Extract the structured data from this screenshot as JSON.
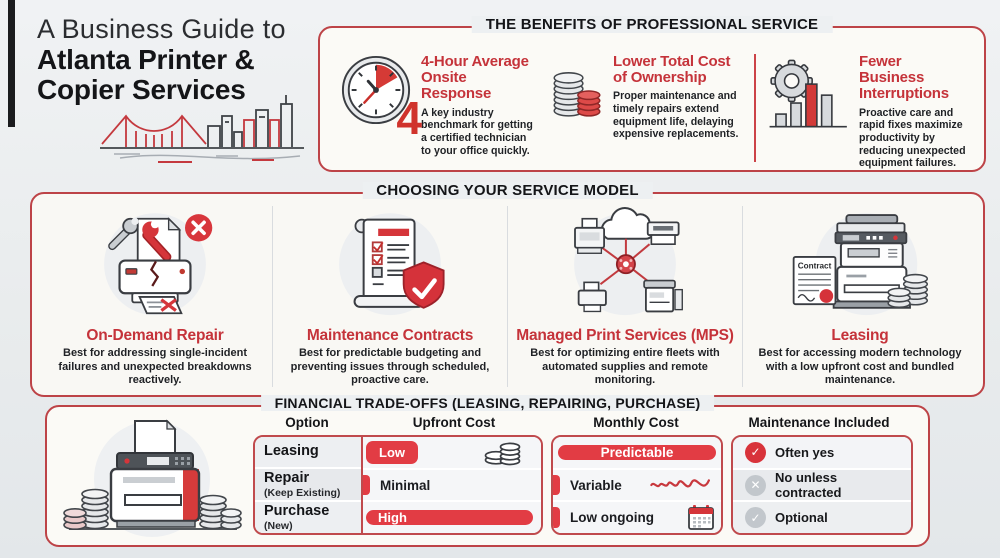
{
  "masthead": {
    "title_line1": "A Business Guide to",
    "title_line2": "Atlanta Printer &",
    "title_line3": "Copier Services"
  },
  "colors": {
    "accent_red": "#c5333a",
    "pill_red": "#e23c44",
    "panel_border": "#bd4347",
    "dark_text": "#141518"
  },
  "benefits": {
    "title": "THE BENEFITS OF PROFESSIONAL SERVICE",
    "items": [
      {
        "icon": "clock-icon",
        "big_number": "4",
        "title": "4-Hour Average Onsite Response",
        "description": "A key industry benchmark for getting a certified technician to your office quickly."
      },
      {
        "icon": "coin-stacks-icon",
        "title": "Lower Total Cost of Ownership",
        "description": "Proper maintenance and timely repairs extend equipment life, delaying expensive replacements."
      },
      {
        "icon": "gear-bar-chart-icon",
        "title": "Fewer Business Interruptions",
        "description": "Proactive care and rapid fixes maximize productivity by reducing unexpected equipment failures."
      }
    ]
  },
  "service_models": {
    "title": "CHOOSING YOUR SERVICE MODEL",
    "items": [
      {
        "icon": "printer-repair-icon",
        "title": "On-Demand Repair",
        "description": "Best for addressing single-incident failures and unexpected breakdowns reactively."
      },
      {
        "icon": "contract-checklist-shield-icon",
        "title": "Maintenance Contracts",
        "description": "Best for predictable budgeting and preventing issues through scheduled, proactive care."
      },
      {
        "icon": "cloud-print-network-icon",
        "title": "Managed Print Services (MPS)",
        "description": "Best for optimizing entire fleets with automated supplies and remote monitoring."
      },
      {
        "icon": "copier-contract-coins-icon",
        "title": "Leasing",
        "contract_label": "Contract",
        "description": "Best for accessing modern technology with a low upfront cost and bundled maintenance."
      }
    ]
  },
  "financial": {
    "title": "FINANCIAL TRADE-OFFS (LEASING, REPAIRING, PURCHASE)",
    "columns": [
      "Option",
      "Upfront Cost",
      "Monthly Cost",
      "Maintenance Included"
    ],
    "rows": [
      {
        "option": "Leasing",
        "option_sub": "",
        "upfront": "Low",
        "upfront_visual": "small-red-pill-with-coins",
        "monthly": "Predictable",
        "monthly_visual": "full-red-pill",
        "maintenance": "Often yes",
        "maintenance_icon": "red-check-circle",
        "maintenance_glyph": "✓"
      },
      {
        "option": "Repair",
        "option_sub": "(Keep Existing)",
        "upfront": "Minimal",
        "upfront_visual": "red-tab",
        "monthly": "Variable",
        "monthly_visual": "red-wave-line",
        "maintenance": "No unless contracted",
        "maintenance_icon": "gray-x-circle",
        "maintenance_glyph": "✕"
      },
      {
        "option": "Purchase",
        "option_sub": "(New)",
        "upfront": "High",
        "upfront_visual": "wide-red-pill",
        "monthly": "Low ongoing",
        "monthly_visual": "red-tab-with-calendar",
        "maintenance": "Optional",
        "maintenance_icon": "gray-check-circle",
        "maintenance_glyph": "✓"
      }
    ]
  }
}
